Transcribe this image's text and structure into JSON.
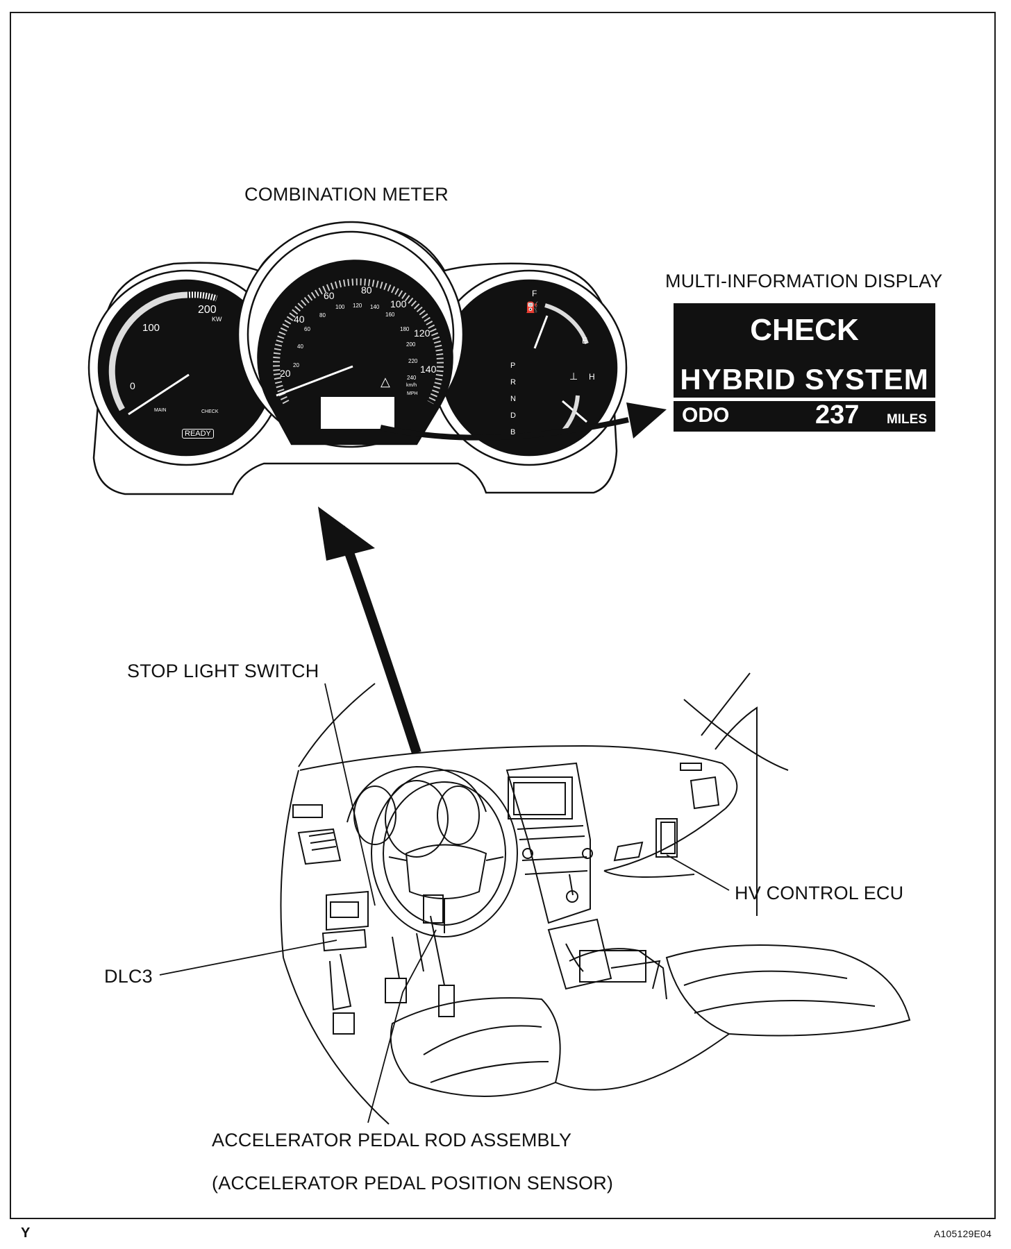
{
  "labels": {
    "combination_meter": "COMBINATION METER",
    "multi_info_display": "MULTI-INFORMATION DISPLAY",
    "stop_light_switch": "STOP LIGHT SWITCH",
    "hv_control_ecu": "HV  CONTROL ECU",
    "dlc3": "DLC3",
    "accel_rod": "ACCELERATOR PEDAL ROD ASSEMBLY",
    "accel_sensor": "(ACCELERATOR PEDAL POSITION SENSOR)",
    "corner_left": "Y",
    "corner_right": "A105129E04"
  },
  "display": {
    "line1": "CHECK",
    "line2": "HYBRID  SYSTEM",
    "odo_label": "ODO",
    "odo_value": "237",
    "odo_unit": "MILES"
  },
  "meter": {
    "power_ticks": [
      "0",
      "100",
      "200"
    ],
    "power_unit": "KW",
    "ready": "READY",
    "speed_mph": [
      "20",
      "40",
      "60",
      "80",
      "100",
      "120",
      "140"
    ],
    "speed_kmh": [
      "20",
      "40",
      "60",
      "80",
      "100",
      "120",
      "140",
      "160",
      "180",
      "200",
      "220",
      "240"
    ],
    "unit_kmh": "km/h",
    "unit_mph": "MPH",
    "gears": [
      "P",
      "R",
      "N",
      "D",
      "B"
    ],
    "fuel_full": "F",
    "fuel_empty": "E",
    "temp_hot": "H",
    "indicator_main": "MAIN",
    "indicator_check": "CHECK"
  }
}
